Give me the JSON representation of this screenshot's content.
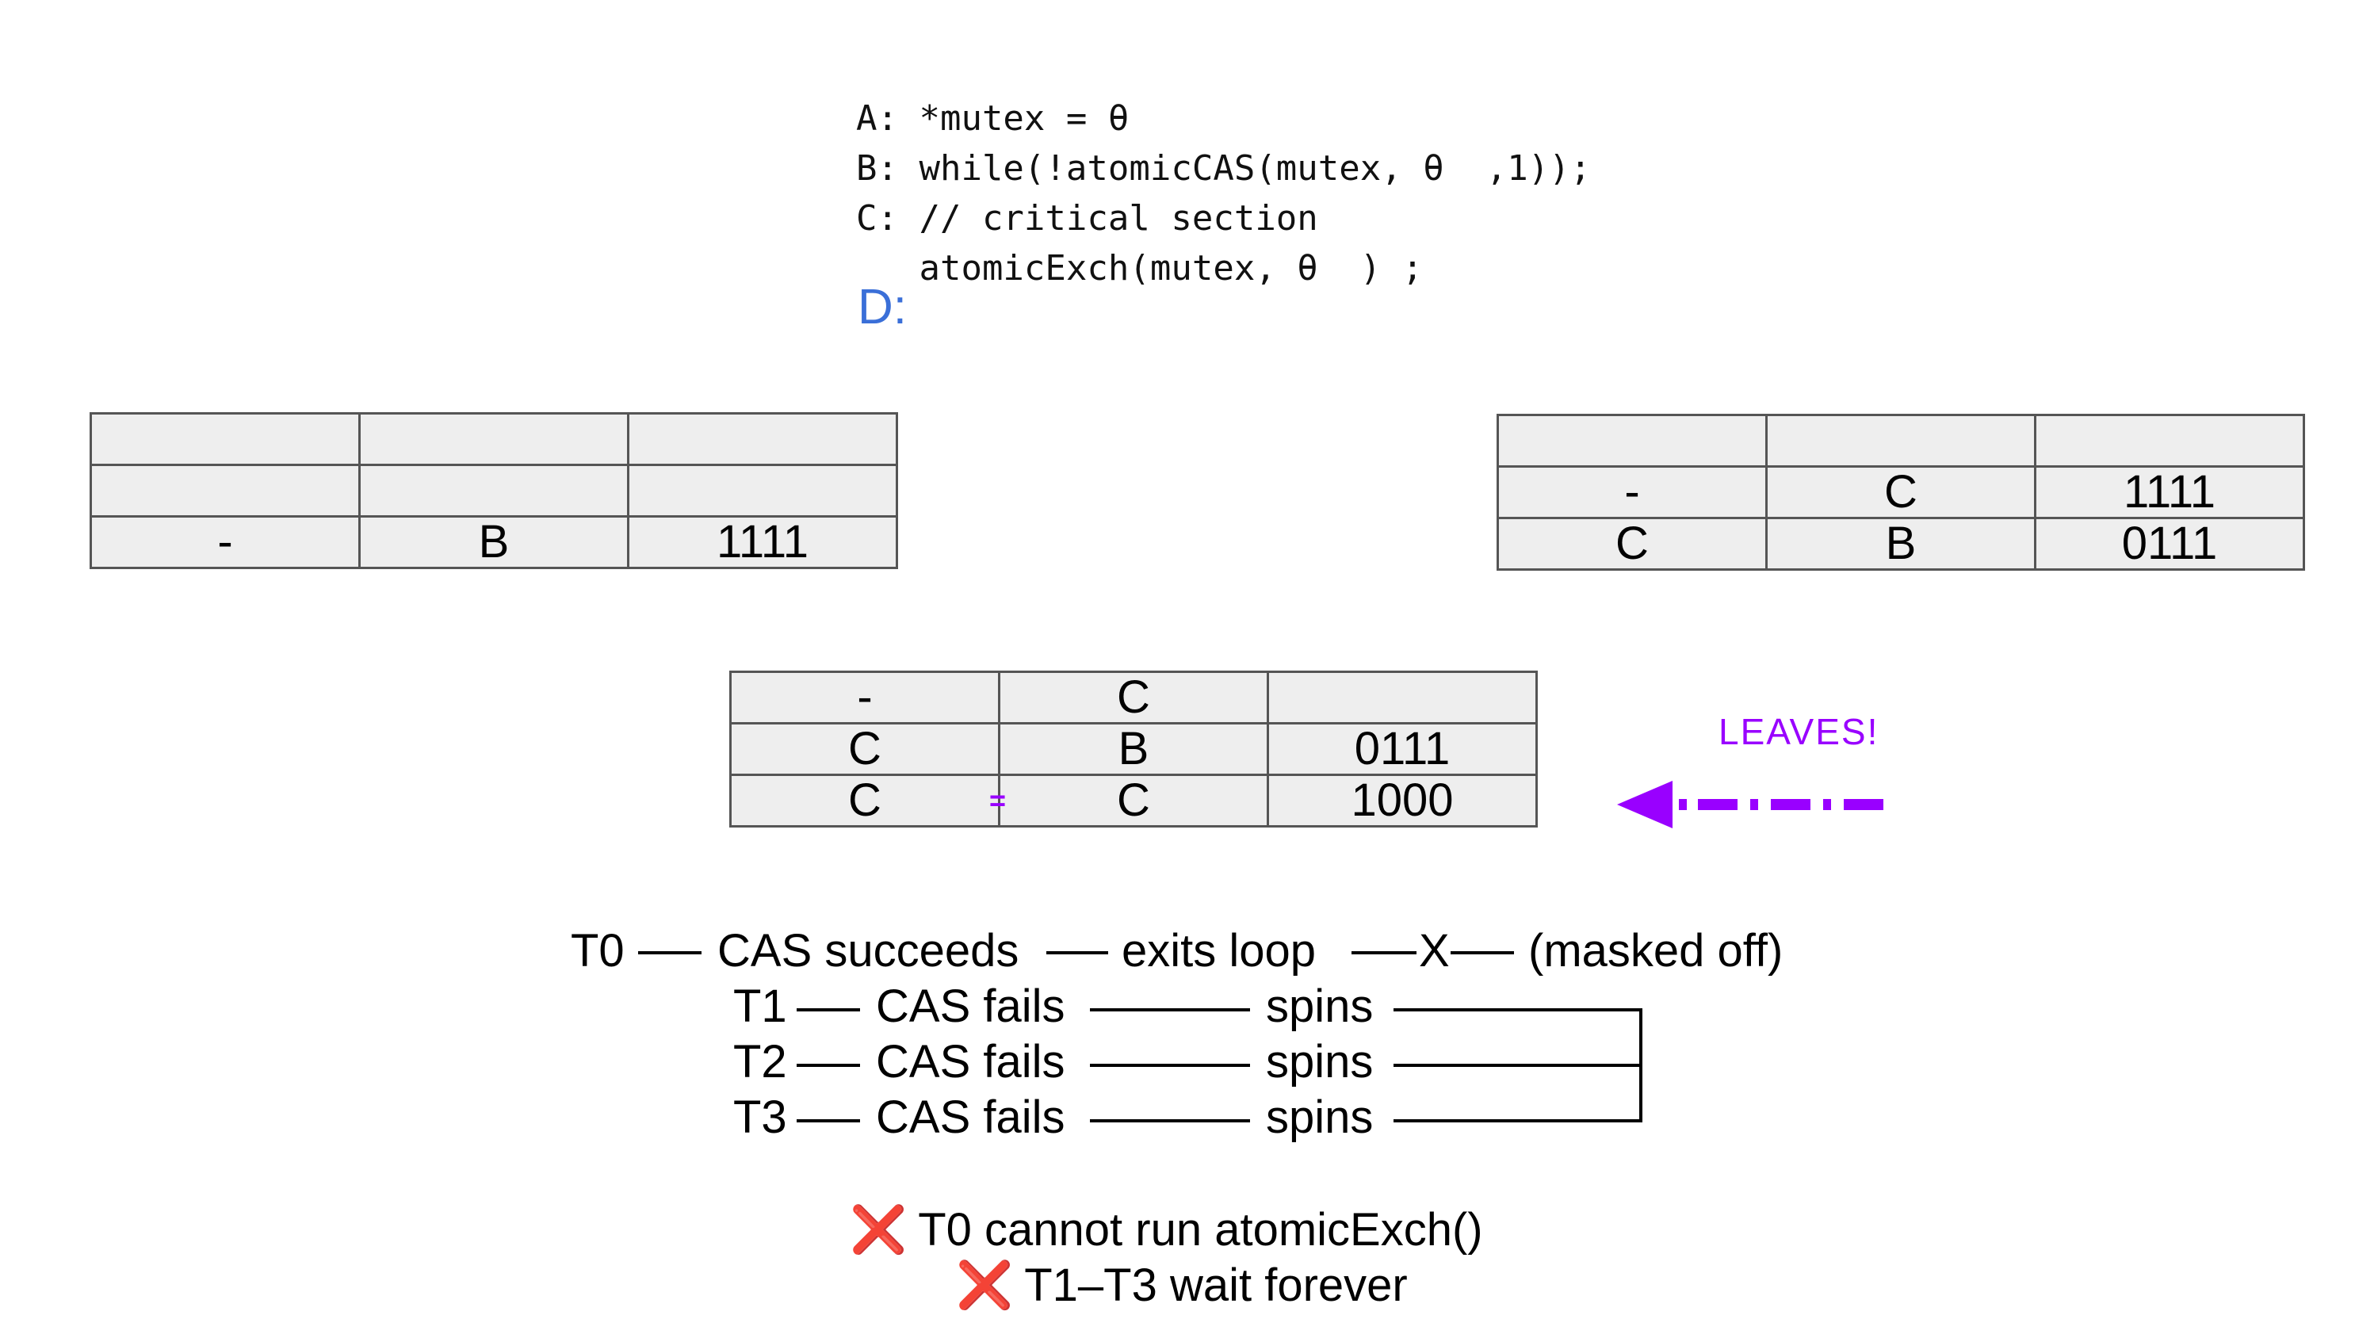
{
  "code": {
    "lines": [
      "A: *mutex = θ",
      "B: while(!atomicCAS(mutex, θ  ,1));",
      "C: // critical section",
      "   atomicExch(mutex, θ  ) ;"
    ],
    "d_label": "D:"
  },
  "tables": {
    "left": [
      [
        "",
        "",
        ""
      ],
      [
        "",
        "",
        ""
      ],
      [
        "-",
        "B",
        "1111"
      ]
    ],
    "right": [
      [
        "",
        "",
        ""
      ],
      [
        "-",
        "C",
        "1111"
      ],
      [
        "C",
        "B",
        "0111"
      ]
    ],
    "middle": [
      [
        "-",
        "C",
        ""
      ],
      [
        "C",
        "B",
        "0111"
      ],
      [
        "C",
        "C",
        "1000"
      ]
    ],
    "middle_marker": "="
  },
  "annotation": {
    "leaves": "LEAVES!",
    "color": "#9900ff"
  },
  "timeline": {
    "t0": {
      "thread": "T0",
      "step1": "CAS succeeds",
      "step2": "exits loop",
      "mark": "X",
      "step3": "(masked off)"
    },
    "t1": {
      "thread": "T1",
      "step1": "CAS fails",
      "step2": "spins"
    },
    "t2": {
      "thread": "T2",
      "step1": "CAS fails",
      "step2": "spins"
    },
    "t3": {
      "thread": "T3",
      "step1": "CAS fails",
      "step2": "spins"
    }
  },
  "conclusions": [
    {
      "icon": "❌",
      "text": "T0 cannot run atomicExch()"
    },
    {
      "icon": "❌",
      "text": "T1–T3 wait forever"
    }
  ]
}
